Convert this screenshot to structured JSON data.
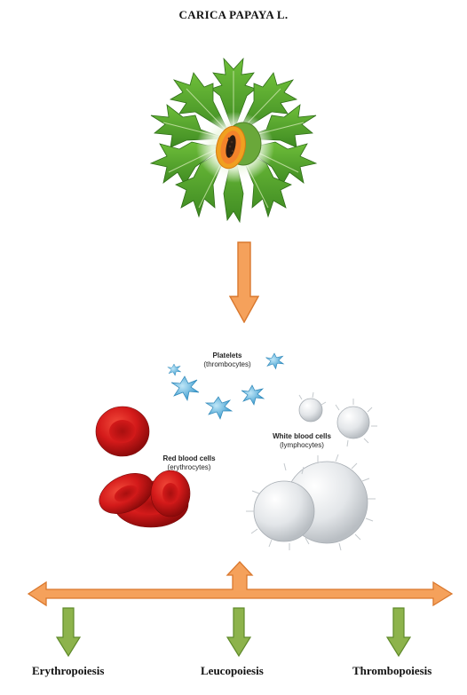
{
  "title": "CARICA PAPAYA L.",
  "blood_cells": {
    "platelets": {
      "name": "Platelets",
      "detail": "(thrombocytes)"
    },
    "red": {
      "name": "Red blood cells",
      "detail": "(erythrocytes)"
    },
    "white": {
      "name": "White blood cells",
      "detail": "(lymphocytes)"
    }
  },
  "outcomes": [
    "Erythropoiesis",
    "Leucopoiesis",
    "Thrombopoiesis"
  ],
  "colors": {
    "orange_arrow": "#f5a15b",
    "orange_stroke": "#d9782e",
    "green_arrow": "#8db34c",
    "green_stroke": "#5f8a2a",
    "leaf": "#4f9a2b",
    "leaf_dark": "#2f6e17",
    "rbc": "#d41a1a",
    "platelet": "#4aa6d6",
    "wbc": "#e6e8ea"
  }
}
